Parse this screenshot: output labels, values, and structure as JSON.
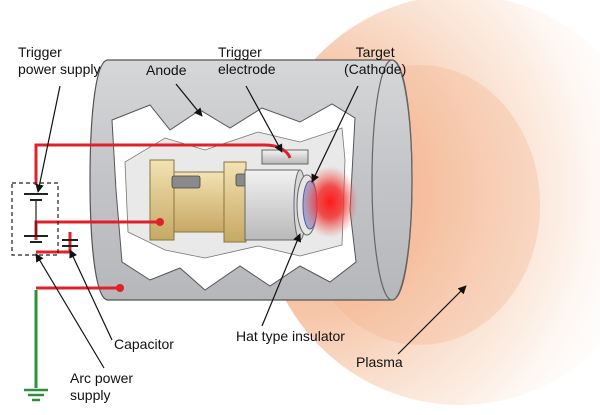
{
  "labels": {
    "trigger_power_supply": [
      "Trigger",
      "power supply"
    ],
    "anode": "Anode",
    "trigger_electrode": [
      "Trigger",
      "electrode"
    ],
    "target": [
      "Target",
      "(Cathode)"
    ],
    "capacitor": "Capacitor",
    "hat_type_insulator": "Hat type insulator",
    "plasma": "Plasma",
    "arc_power_supply": [
      "Arc power",
      "supply"
    ]
  },
  "colors": {
    "wire_red": "#e0202a",
    "ground_green": "#2f8f3a",
    "plasma": "#f0a878",
    "anode_gray": "#c8c9cb",
    "brass": "#dcc48a",
    "insulator_gray": "#d9d9d9",
    "target_blue": "#9fa8d6"
  },
  "icons": [
    "ground-symbol-icon",
    "capacitor-symbol-icon",
    "battery-symbol-icon"
  ]
}
